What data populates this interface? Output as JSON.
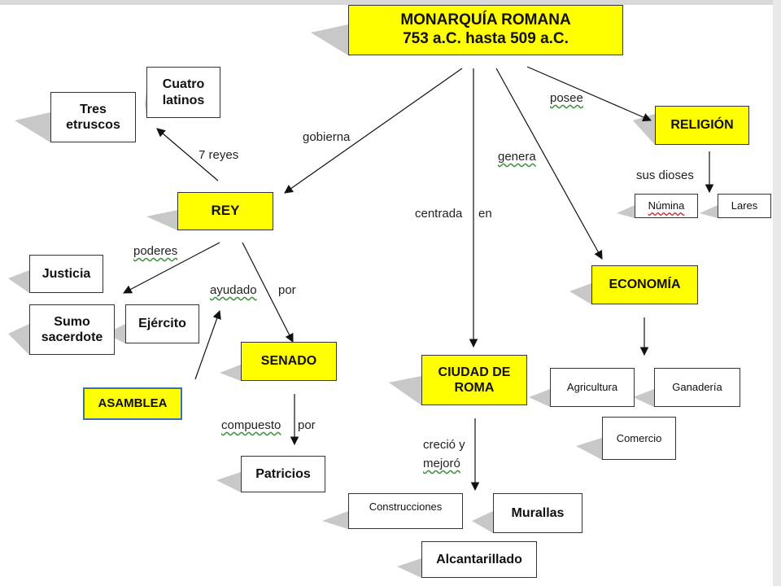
{
  "nodes": {
    "monarquia": "MONARQUÍA ROMANA\n753 a.C. hasta 509 a.C.",
    "cuatro_latinos": "Cuatro\nlatinos",
    "tres_etruscos": "Tres\netruscos",
    "rey": "REY",
    "religion": "RELIGIÓN",
    "numina": "Númina",
    "lares": "Lares",
    "justicia": "Justicia",
    "sumo_sacerdote": "Sumo\nsacerdote",
    "ejercito": "Ejército",
    "economia": "ECONOMÍA",
    "senado": "SENADO",
    "asamblea": "ASAMBLEA",
    "ciudad_roma": "CIUDAD DE\nROMA",
    "agricultura": "Agricultura",
    "ganaderia": "Ganadería",
    "comercio": "Comercio",
    "patricios": "Patricios",
    "construcciones": "Construcciones",
    "murallas": "Murallas",
    "alcantarillado": "Alcantarillado"
  },
  "labels": {
    "gobierna": "gobierna",
    "siete_reyes": "7 reyes",
    "posee": "posee",
    "genera": "genera",
    "sus_dioses": "sus dioses",
    "centrada": "centrada",
    "en": "en",
    "poderes": "poderes",
    "ayudado": "ayudado",
    "por_1": "por",
    "compuesto": "compuesto",
    "por_2": "por",
    "crecio_y": "creció y",
    "mejoro": "mejoró"
  },
  "colors": {
    "highlight": "#ffff00",
    "shadow": "#c8c8c8",
    "border": "#333333",
    "asamblea_border": "#3b6fb5",
    "spellcheck_underline": "#3a8f3a"
  }
}
